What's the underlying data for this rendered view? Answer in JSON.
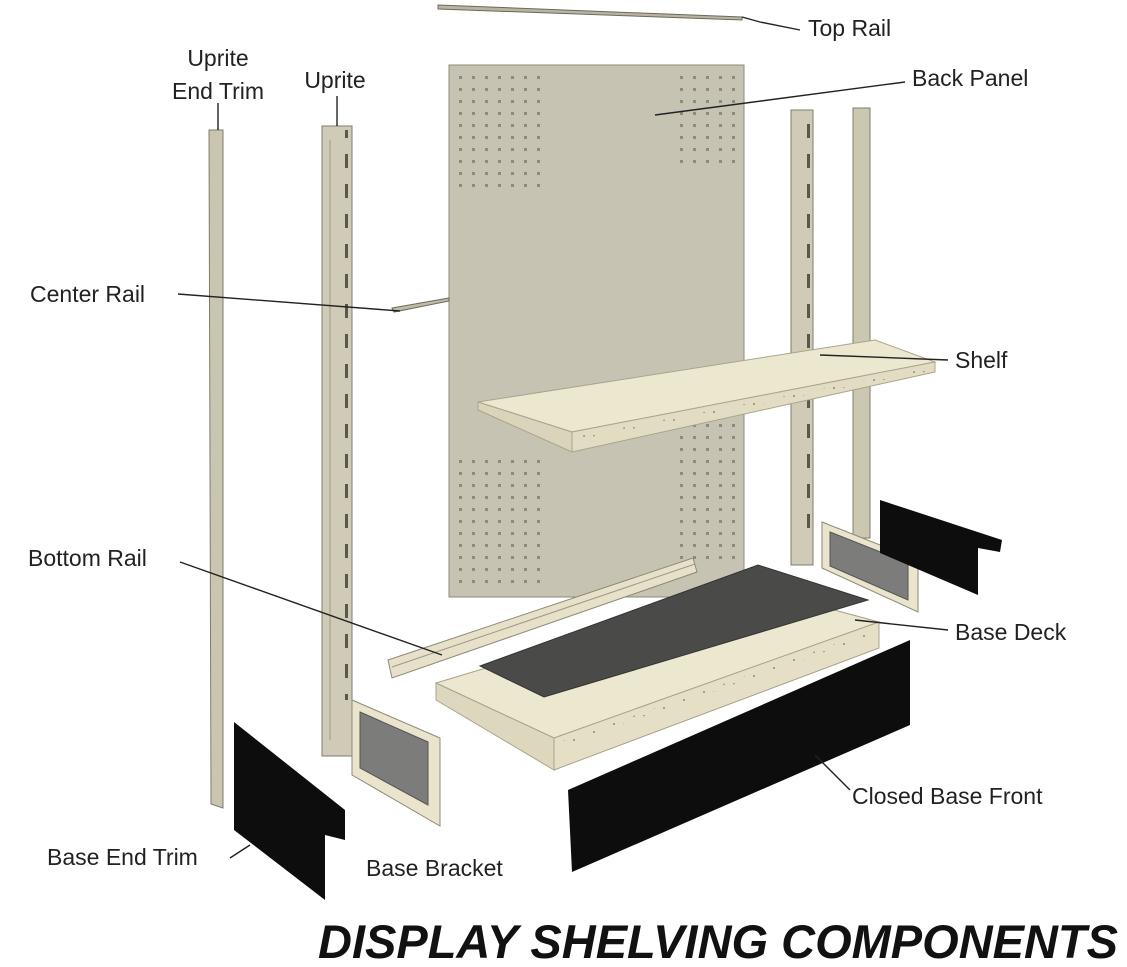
{
  "title": "DISPLAY SHELVING COMPONENTS",
  "labels": {
    "top_rail": "Top Rail",
    "back_panel": "Back Panel",
    "uprite_end_trim_1": "Uprite",
    "uprite_end_trim_2": "End Trim",
    "uprite": "Uprite",
    "center_rail": "Center Rail",
    "shelf": "Shelf",
    "bottom_rail": "Bottom Rail",
    "base_deck": "Base Deck",
    "closed_base_front": "Closed Base Front",
    "base_end_trim": "Base End Trim",
    "base_bracket": "Base Bracket"
  },
  "colors": {
    "panel": "#c6c3b2",
    "panel_dots": "#8f8b7a",
    "upright": "#cfcbb6",
    "upright_edge": "#8d8a78",
    "shelf": "#ece7cf",
    "shelf_edge": "#a9a48e",
    "deck_mat": "#4a4a48",
    "base_black": "#0d0d0d",
    "bracket_gray": "#7c7c7a",
    "text": "#222222"
  }
}
